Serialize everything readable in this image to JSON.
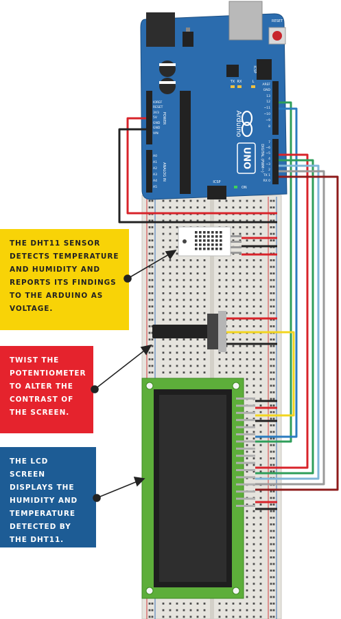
{
  "board": {
    "brand_text": "Arduino",
    "model_text": "UNO",
    "pin_labels_power": [
      "IOREF",
      "RESET",
      "3V3",
      "5V",
      "GND",
      "GND",
      "VIN"
    ],
    "pin_labels_analog": [
      "A0",
      "A1",
      "A2",
      "A3",
      "A4",
      "A5"
    ],
    "header_power_label": "POWER",
    "header_analog_label": "ANALOG IN",
    "header_digital_label": "DIGITAL (PWM~)",
    "aref_label": "AREF",
    "gnd_label": "GND",
    "pin_labels_digital": [
      "13",
      "12",
      "~11",
      "~10",
      "~9",
      "8",
      "7",
      "~6",
      "~5",
      "4",
      "~3",
      "2",
      "TX 1",
      "RX 0"
    ],
    "led_labels": [
      "TX",
      "RX",
      "L"
    ],
    "icsp_label": "ICSP",
    "reset_label": "RESET",
    "on_label": "ON"
  },
  "callouts": [
    {
      "id": "dht",
      "text": "The DHT11 sensor detects temperature and humidity and reports its findings to the Arduino as voltage.",
      "background": "#f8d307",
      "color": "#222222"
    },
    {
      "id": "pot",
      "text": "Twist the potentiometer to alter the contrast of the screen.",
      "background": "#e5232d",
      "color": "#ffffff"
    },
    {
      "id": "lcd",
      "text": "The LCD screen displays the humidity and temperature detected by the DHT11.",
      "background": "#1d5c95",
      "color": "#ffffff"
    }
  ],
  "colors": {
    "board_blue": "#2b6cae",
    "breadboard": "#e4e2dc",
    "lcd_pcb": "#5dae3a",
    "lcd_screen": "#2a2a2a",
    "wire_red": "#d8232a",
    "wire_black": "#222222",
    "wire_green": "#2e9e5a",
    "wire_blue": "#2a7bbf",
    "wire_yellow": "#f2d51f",
    "wire_gray": "#9a9a9a",
    "wire_dark_red": "#8e1b1b"
  }
}
